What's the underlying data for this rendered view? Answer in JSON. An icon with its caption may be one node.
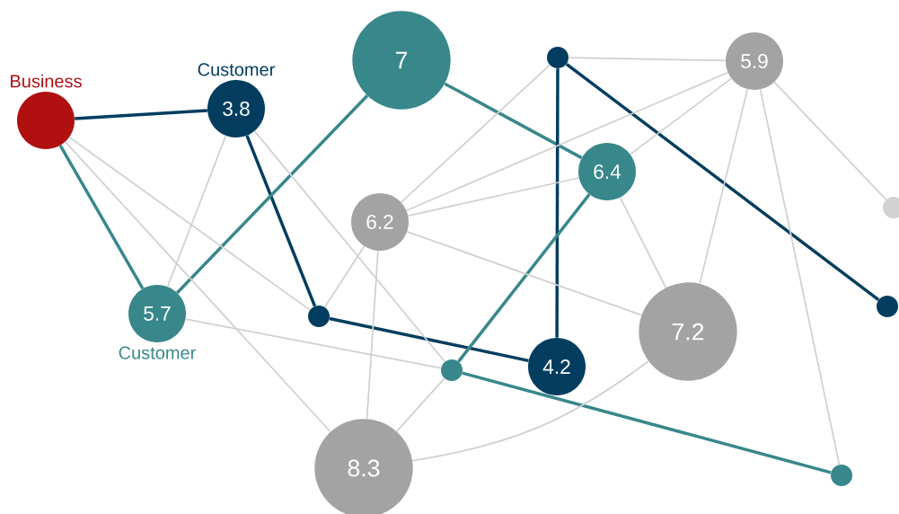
{
  "diagram": {
    "nodes": [
      {
        "text": [
          "Business"
        ]
      },
      {
        "text": [
          "Customer",
          "3.8"
        ]
      },
      {
        "text": [
          "7"
        ]
      },
      {
        "text": [],
        "shape": "circle"
      },
      {
        "text": [
          "5.9"
        ]
      },
      {
        "text": [],
        "shape": "circle"
      },
      {
        "text": [
          "6.2"
        ]
      },
      {
        "text": [
          "6.4"
        ]
      },
      {
        "text": [
          "5.7",
          "Customer"
        ]
      },
      {
        "text": [],
        "shape": "circle"
      },
      {
        "text": [
          "7.2"
        ]
      },
      {
        "text": [],
        "shape": "circle"
      },
      {
        "text": [],
        "shape": "circle"
      },
      {
        "text": [
          "4.2"
        ]
      },
      {
        "text": [
          "8.3"
        ]
      },
      {
        "text": [],
        "shape": "circle"
      }
    ],
    "edges": [
      {
        "from": 0,
        "to": 1,
        "arrow": "none",
        "style": "thick",
        "color": "#023d5f"
      },
      {
        "from": 0,
        "to": 8,
        "arrow": "none",
        "style": "thick",
        "color": "#38878b"
      },
      {
        "from": 1,
        "to": 9,
        "arrow": "none",
        "style": "thick",
        "color": "#023d5f"
      },
      {
        "from": 9,
        "to": 13,
        "arrow": "none",
        "style": "thick",
        "color": "#023d5f"
      },
      {
        "from": 2,
        "to": 8,
        "arrow": "none",
        "style": "thick",
        "color": "#38878b"
      },
      {
        "from": 2,
        "to": 7,
        "arrow": "none",
        "style": "thick",
        "color": "#38878b"
      },
      {
        "from": 3,
        "to": 13,
        "arrow": "none",
        "style": "thick",
        "color": "#023d5f"
      },
      {
        "from": 3,
        "to": 11,
        "arrow": "none",
        "style": "thick",
        "color": "#023d5f"
      },
      {
        "from": 7,
        "to": 12,
        "arrow": "none",
        "style": "thick",
        "color": "#38878b"
      },
      {
        "from": 12,
        "to": 15,
        "arrow": "none",
        "style": "thick",
        "color": "#38878b"
      },
      {
        "from": 0,
        "to": 14,
        "arrow": "none"
      },
      {
        "from": 0,
        "to": 9,
        "arrow": "none"
      },
      {
        "from": 1,
        "to": 8,
        "arrow": "none"
      },
      {
        "from": 1,
        "to": 12,
        "arrow": "none"
      },
      {
        "from": 6,
        "to": 9,
        "arrow": "none"
      },
      {
        "from": 6,
        "to": 14,
        "arrow": "none"
      },
      {
        "from": 6,
        "to": 3,
        "arrow": "none"
      },
      {
        "from": 6,
        "to": 4,
        "arrow": "none"
      },
      {
        "from": 6,
        "to": 7,
        "arrow": "none"
      },
      {
        "from": 6,
        "to": 10,
        "arrow": "none"
      },
      {
        "from": 3,
        "to": 4,
        "arrow": "none"
      },
      {
        "from": 4,
        "to": 7,
        "arrow": "none"
      },
      {
        "from": 4,
        "to": 10,
        "arrow": "none"
      },
      {
        "from": 4,
        "to": 15,
        "arrow": "none"
      },
      {
        "from": 4,
        "to": 5,
        "arrow": "none"
      },
      {
        "from": 7,
        "to": 10,
        "arrow": "none"
      },
      {
        "from": 8,
        "to": 12,
        "arrow": "none"
      },
      {
        "from": 12,
        "to": 14,
        "arrow": "none"
      },
      {
        "from": 14,
        "to": 10,
        "arrow": "none"
      }
    ]
  }
}
